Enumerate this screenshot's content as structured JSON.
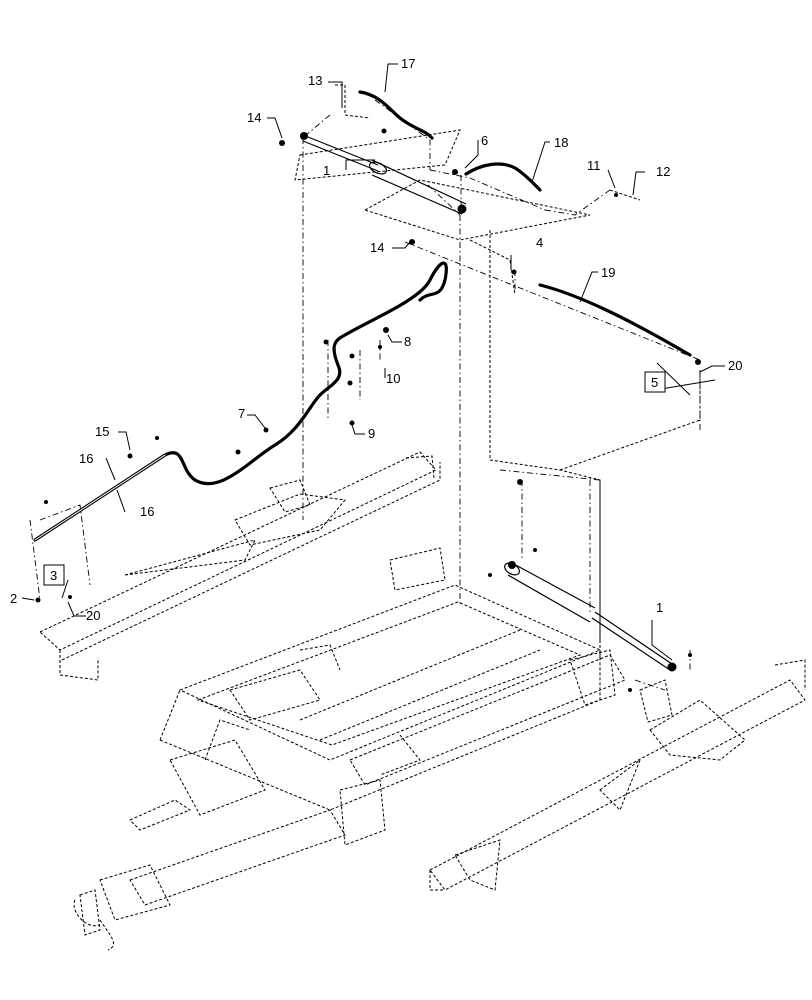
{
  "callouts": {
    "c1_top": "1",
    "c1_right": "1",
    "c2": "2",
    "c3": "3",
    "c4": "4",
    "c5": "5",
    "c6": "6",
    "c7": "7",
    "c8": "8",
    "c9": "9",
    "c10": "10",
    "c11": "11",
    "c12": "12",
    "c13": "13",
    "c14_top": "14",
    "c14_mid": "14",
    "c15": "15",
    "c16_a": "16",
    "c16_b": "16",
    "c17": "17",
    "c18": "18",
    "c19": "19",
    "c20_right": "20",
    "c20_left": "20"
  }
}
